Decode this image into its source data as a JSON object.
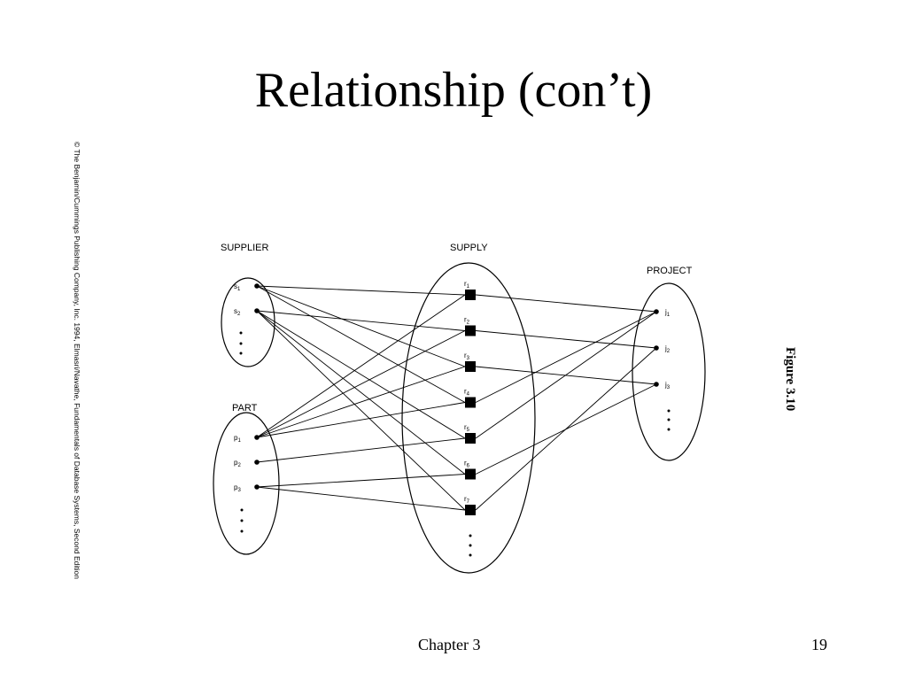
{
  "slide": {
    "title": "Relationship (con’t)",
    "credit": "© The Benjamin/Cummings Publishing Company, Inc. 1994, Elmasri/Navathe, Fundamentals of Database Systems, Second Edition",
    "figure_label": "Figure 3.10",
    "footer_chapter": "Chapter 3",
    "page_number": "19"
  },
  "diagram": {
    "sets": {
      "supplier": {
        "label": "SUPPLIER",
        "members": [
          {
            "letter": "s",
            "index": "1"
          },
          {
            "letter": "s",
            "index": "2"
          }
        ]
      },
      "part": {
        "label": "PART",
        "members": [
          {
            "letter": "p",
            "index": "1"
          },
          {
            "letter": "p",
            "index": "2"
          },
          {
            "letter": "p",
            "index": "3"
          }
        ]
      },
      "supply": {
        "label": "SUPPLY",
        "members": [
          {
            "letter": "r",
            "index": "1"
          },
          {
            "letter": "r",
            "index": "2"
          },
          {
            "letter": "r",
            "index": "3"
          },
          {
            "letter": "r",
            "index": "4"
          },
          {
            "letter": "r",
            "index": "5"
          },
          {
            "letter": "r",
            "index": "6"
          },
          {
            "letter": "r",
            "index": "7"
          }
        ]
      },
      "project": {
        "label": "PROJECT",
        "members": [
          {
            "letter": "j",
            "index": "1"
          },
          {
            "letter": "j",
            "index": "2"
          },
          {
            "letter": "j",
            "index": "3"
          }
        ]
      }
    },
    "relationships": [
      {
        "supplier": "s1",
        "part": "p1",
        "project": "j1"
      },
      {
        "supplier": "s2",
        "part": "p1",
        "project": "j2"
      },
      {
        "supplier": "s1",
        "part": "p1",
        "project": "j3"
      },
      {
        "supplier": "s1",
        "part": "p1",
        "project": "j1"
      },
      {
        "supplier": "s2",
        "part": "p2",
        "project": "j1"
      },
      {
        "supplier": "s2",
        "part": "p3",
        "project": "j3"
      },
      {
        "supplier": "s2",
        "part": "p3",
        "project": "j2"
      }
    ]
  }
}
